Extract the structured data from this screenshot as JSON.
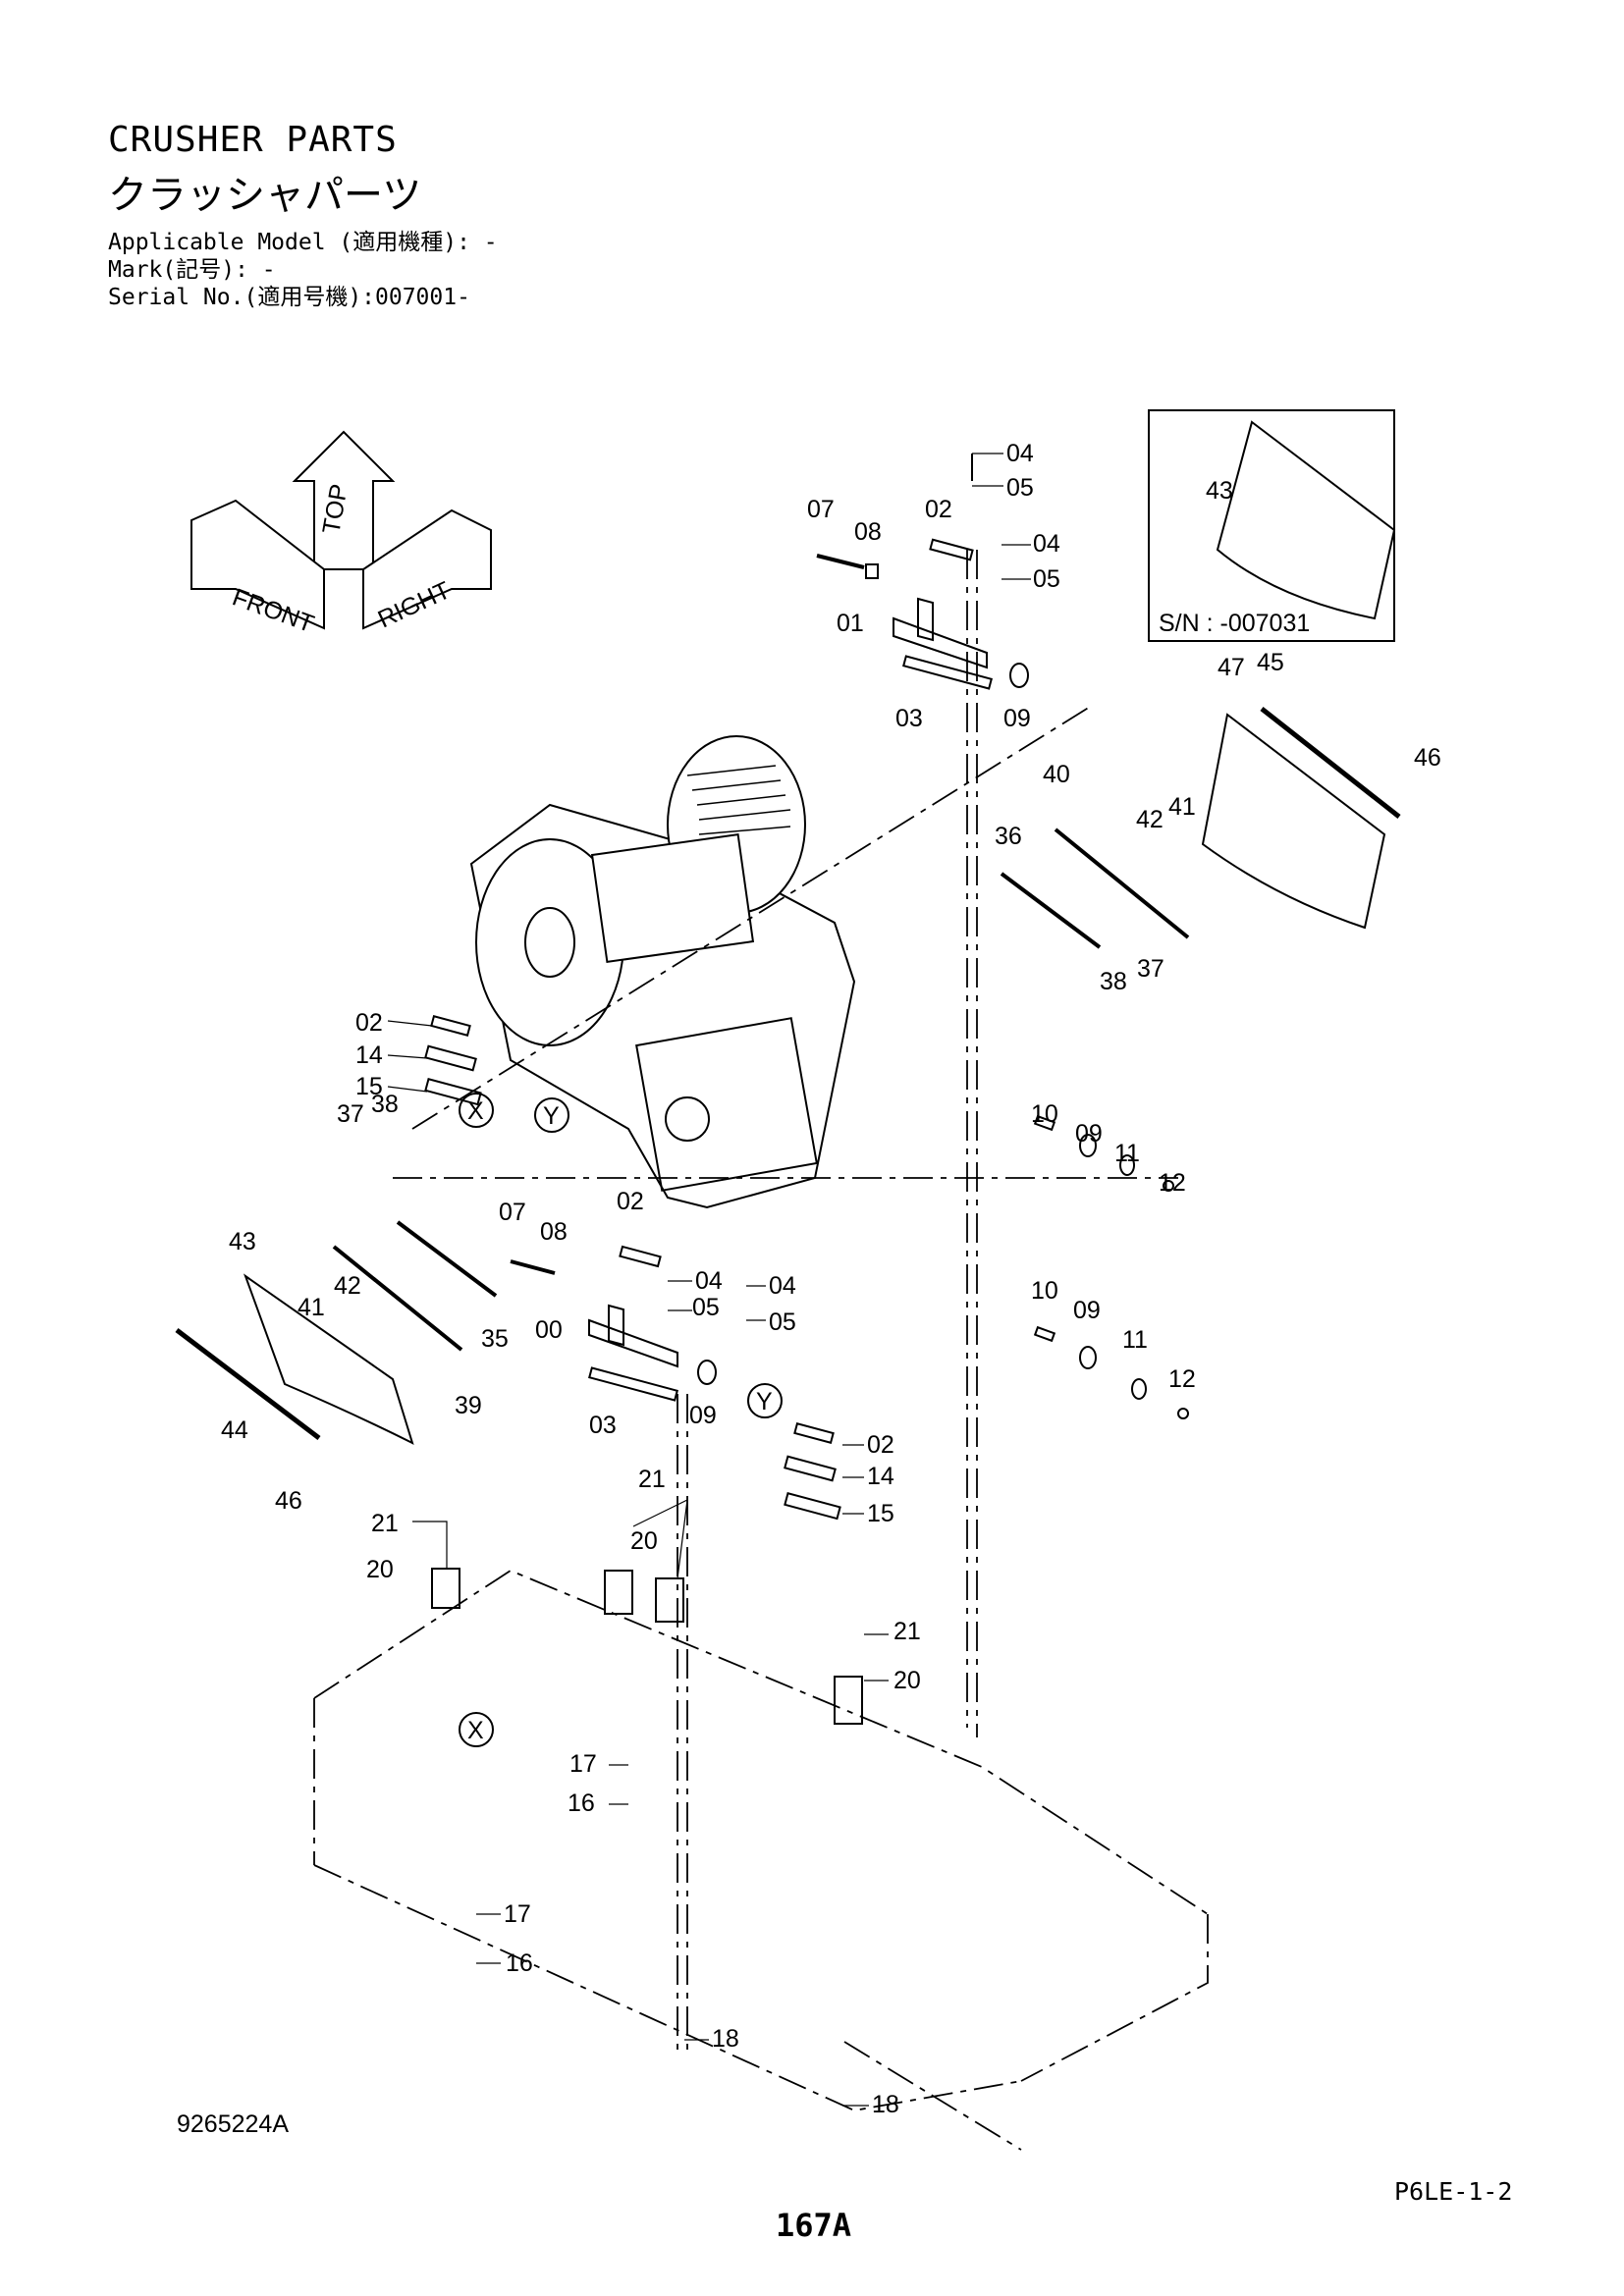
{
  "header": {
    "title_en": "CRUSHER PARTS",
    "title_ja": "クラッシャパーツ",
    "applicable_model": "Applicable Model (適用機種): -",
    "mark": "Mark(記号): -",
    "serial": "Serial No.(適用号機):007001-"
  },
  "orientation": {
    "top": "TOP",
    "front": "FRONT",
    "right": "RIGHT"
  },
  "inset": {
    "part": "43",
    "serial_note": "S/N : -007031"
  },
  "view_markers": {
    "x": "X",
    "y": "Y"
  },
  "callouts": [
    "04",
    "05",
    "07",
    "08",
    "02",
    "04",
    "05",
    "01",
    "03",
    "09",
    "47",
    "45",
    "46",
    "40",
    "42",
    "41",
    "36",
    "38",
    "37",
    "02",
    "14",
    "15",
    "10",
    "09",
    "11",
    "12",
    "37",
    "38",
    "07",
    "08",
    "02",
    "04",
    "05",
    "04",
    "05",
    "43",
    "41",
    "42",
    "35",
    "00",
    "39",
    "03",
    "09",
    "44",
    "46",
    "10",
    "09",
    "11",
    "12",
    "02",
    "14",
    "15",
    "21",
    "20",
    "21",
    "20",
    "21",
    "20",
    "17",
    "16",
    "17",
    "16",
    "18",
    "18"
  ],
  "footer": {
    "drawing_no": "9265224A",
    "page_code": "P6LE-1-2",
    "page_number": "167A"
  }
}
